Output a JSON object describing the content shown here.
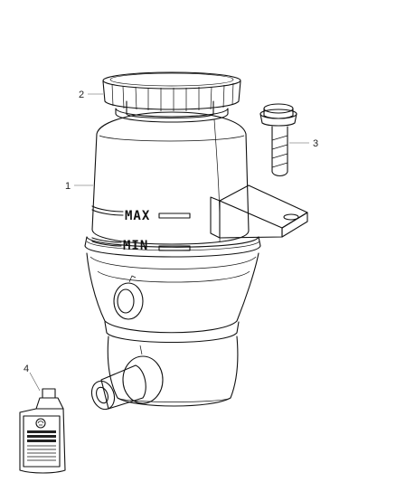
{
  "callouts": {
    "reservoir": "1",
    "cap": "2",
    "bolt": "3",
    "fluid_bottle": "4"
  },
  "level_marks": {
    "max": "MAX",
    "min": "MIN"
  }
}
